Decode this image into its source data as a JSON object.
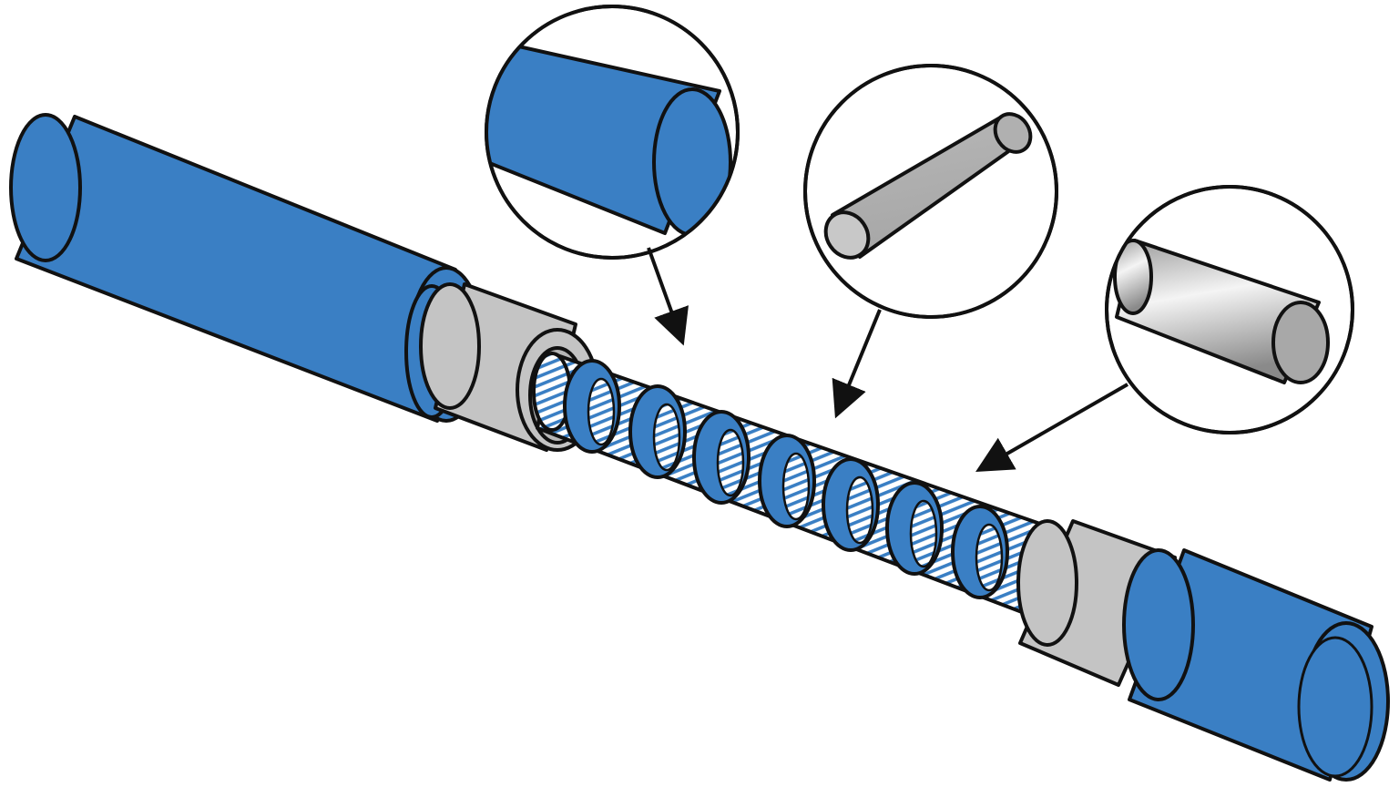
{
  "diagram": {
    "subject": "cable",
    "parts": [
      {
        "name": "outer-jacket",
        "color": "#3a7fc4"
      },
      {
        "name": "inner-insulation",
        "color": "#c4c4c4"
      },
      {
        "name": "braided-shield",
        "color": "#3a7fc4"
      },
      {
        "name": "wrap-rings",
        "color": "#3a7fc4"
      }
    ],
    "callouts": [
      {
        "name": "jacket-detail",
        "shows": "blue-cylinder"
      },
      {
        "name": "gray-rod-detail",
        "shows": "gray-cylinder"
      },
      {
        "name": "metal-rod-detail",
        "shows": "metallic-cylinder"
      }
    ],
    "colors": {
      "blue": "#3a7fc4",
      "gray": "#c4c4c4",
      "outline": "#111111",
      "background": "#ffffff"
    }
  }
}
